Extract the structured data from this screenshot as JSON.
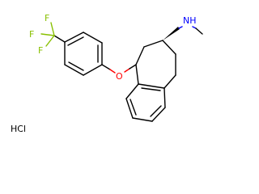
{
  "atoms": {
    "f1": "F",
    "f2": "F",
    "f3": "F",
    "o": "O",
    "nh": "NH",
    "hcl": "HCl"
  },
  "colors": {
    "fluorine": "#88c000",
    "oxygen": "#ff0000",
    "nitrogen": "#0000ff",
    "carbon": "#000000"
  }
}
